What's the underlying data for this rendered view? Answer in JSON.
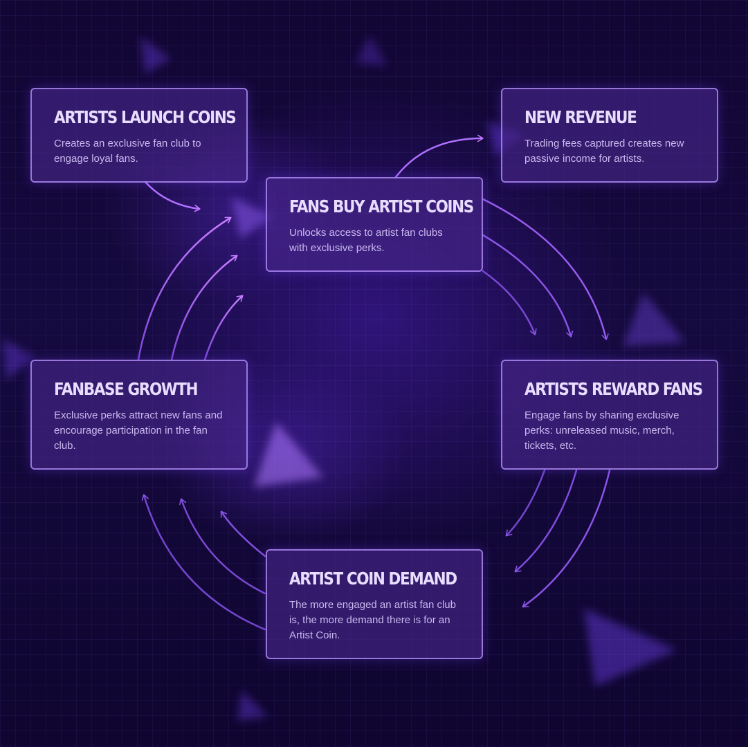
{
  "colors": {
    "background": "#120634",
    "card_fill": "#48268c",
    "card_border": "#b996ff",
    "title_text": "#e9ddff",
    "body_text": "#c9b8ef",
    "arrow_bright": "#c77dff",
    "arrow_dim": "#8a55e6"
  },
  "nodes": {
    "artists_launch_coins": {
      "title": "Artists Launch Coins",
      "description": "Creates an exclusive fan club to engage loyal fans."
    },
    "new_revenue": {
      "title": "New Revenue",
      "description": "Trading fees captured creates new passive income for artists."
    },
    "fans_buy_artist_coins": {
      "title": "Fans Buy Artist Coins",
      "description": "Unlocks access to artist fan clubs with exclusive perks."
    },
    "fanbase_growth": {
      "title": "Fanbase Growth",
      "description": "Exclusive perks attract new fans and encourage participation in the fan club."
    },
    "artists_reward_fans": {
      "title": "Artists Reward Fans",
      "description": "Engage fans by sharing exclusive perks: unreleased music, merch, tickets, etc."
    },
    "artist_coin_demand": {
      "title": "Artist Coin Demand",
      "description": "The more engaged an artist fan club is, the more demand there is for an Artist Coin."
    }
  },
  "edges": [
    {
      "from": "artists_launch_coins",
      "to": "fans_buy_artist_coins"
    },
    {
      "from": "fans_buy_artist_coins",
      "to": "new_revenue"
    },
    {
      "from": "fans_buy_artist_coins",
      "to": "artists_reward_fans"
    },
    {
      "from": "artists_reward_fans",
      "to": "artist_coin_demand"
    },
    {
      "from": "artist_coin_demand",
      "to": "fanbase_growth"
    },
    {
      "from": "fanbase_growth",
      "to": "fans_buy_artist_coins"
    }
  ],
  "icons": [
    "triangle-glow-icon"
  ]
}
